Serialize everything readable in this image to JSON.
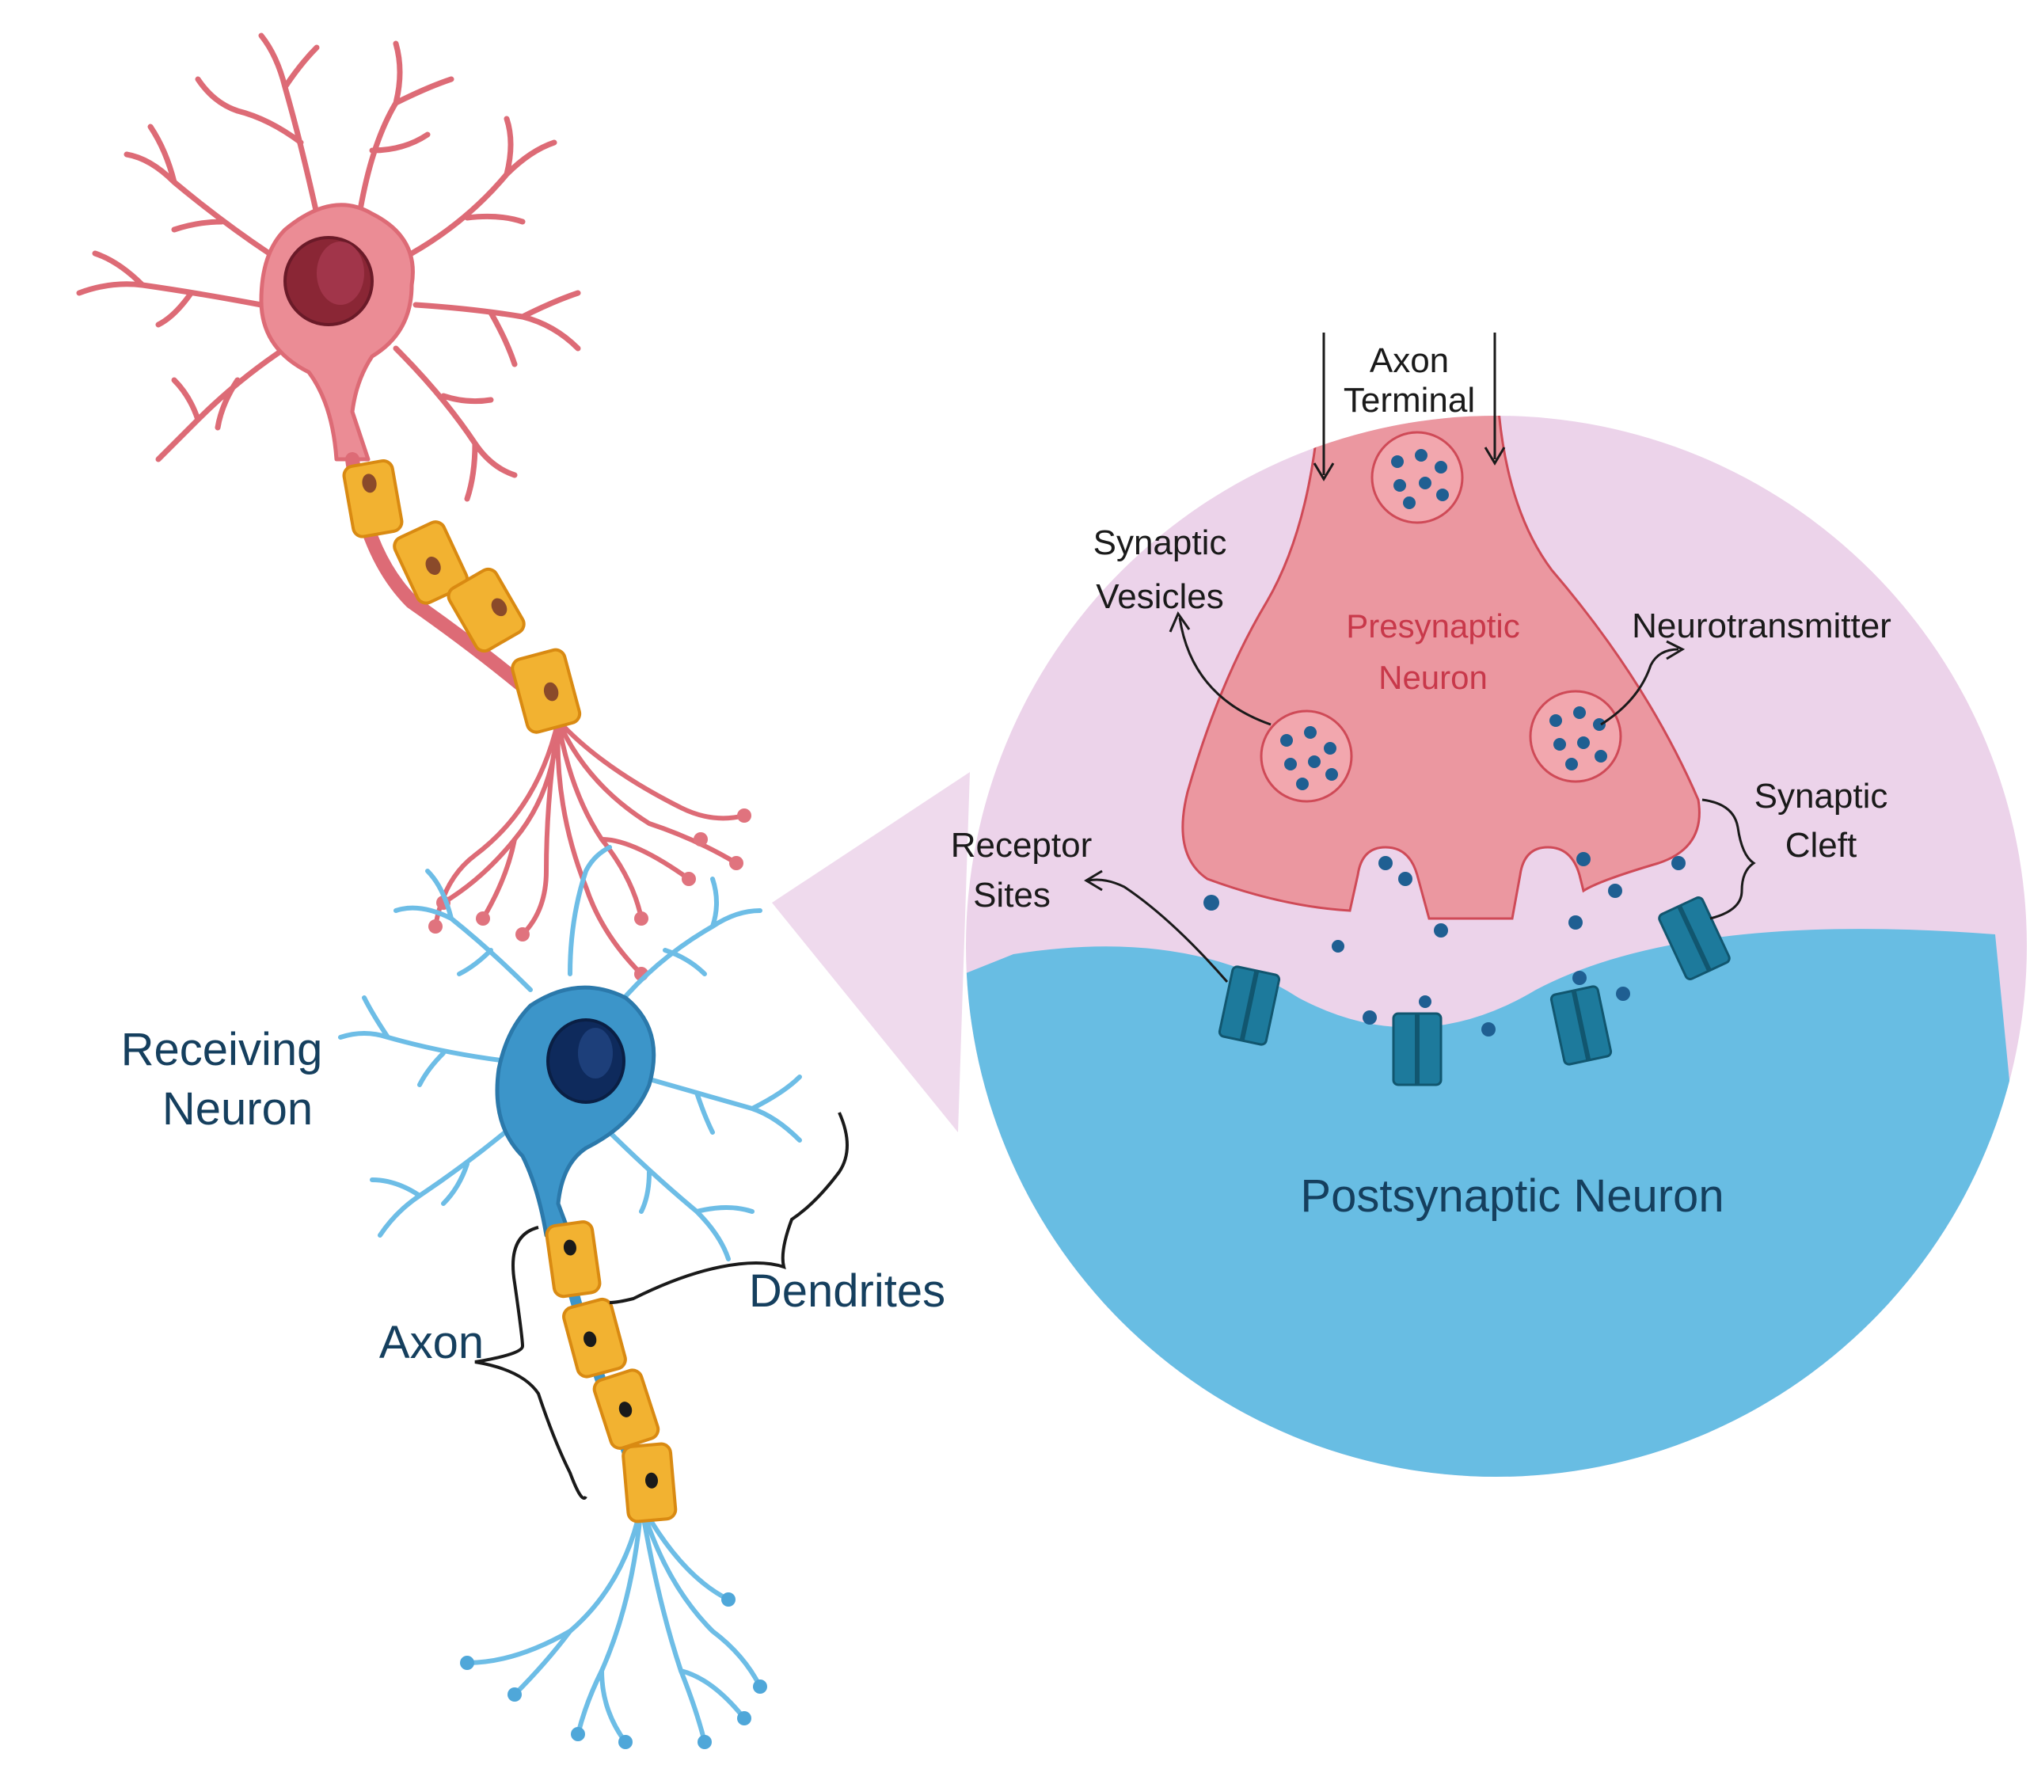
{
  "labels": {
    "receiving_neuron_line1": "Receiving",
    "receiving_neuron_line2": "Neuron",
    "axon": "Axon",
    "dendrites": "Dendrites",
    "axon_terminal_line1": "Axon",
    "axon_terminal_line2": "Terminal",
    "synaptic_vesicles_line1": "Synaptic",
    "synaptic_vesicles_line2": "Vesicles",
    "presynaptic_line1": "Presynaptic",
    "presynaptic_line2": "Neuron",
    "neurotransmitter": "Neurotransmitter",
    "synaptic_cleft_line1": "Synaptic",
    "synaptic_cleft_line2": "Cleft",
    "receptor_sites_line1": "Receptor",
    "receptor_sites_line2": "Sites",
    "postsynaptic": "Postsynaptic Neuron"
  },
  "colors": {
    "presynaptic_neuron": "#e9838a",
    "presynaptic_outline": "#cf4a57",
    "receiving_neuron": "#3c95c9",
    "receiving_neuron_light": "#6dbde6",
    "myelin": "#f2b231",
    "myelin_dark": "#d98a12",
    "zoom_background": "#ecd3ea",
    "postsynaptic_fill": "#68bde3",
    "presynaptic_terminal": "#eb97a0",
    "vesicle_fill": "#f2a7ae",
    "neurotransmitter_dot": "#1f5f92",
    "receptor": "#1d7a9c",
    "dark_text": "#153f5e",
    "presyn_text": "#c8384a",
    "black_text": "#1a1a1a"
  }
}
